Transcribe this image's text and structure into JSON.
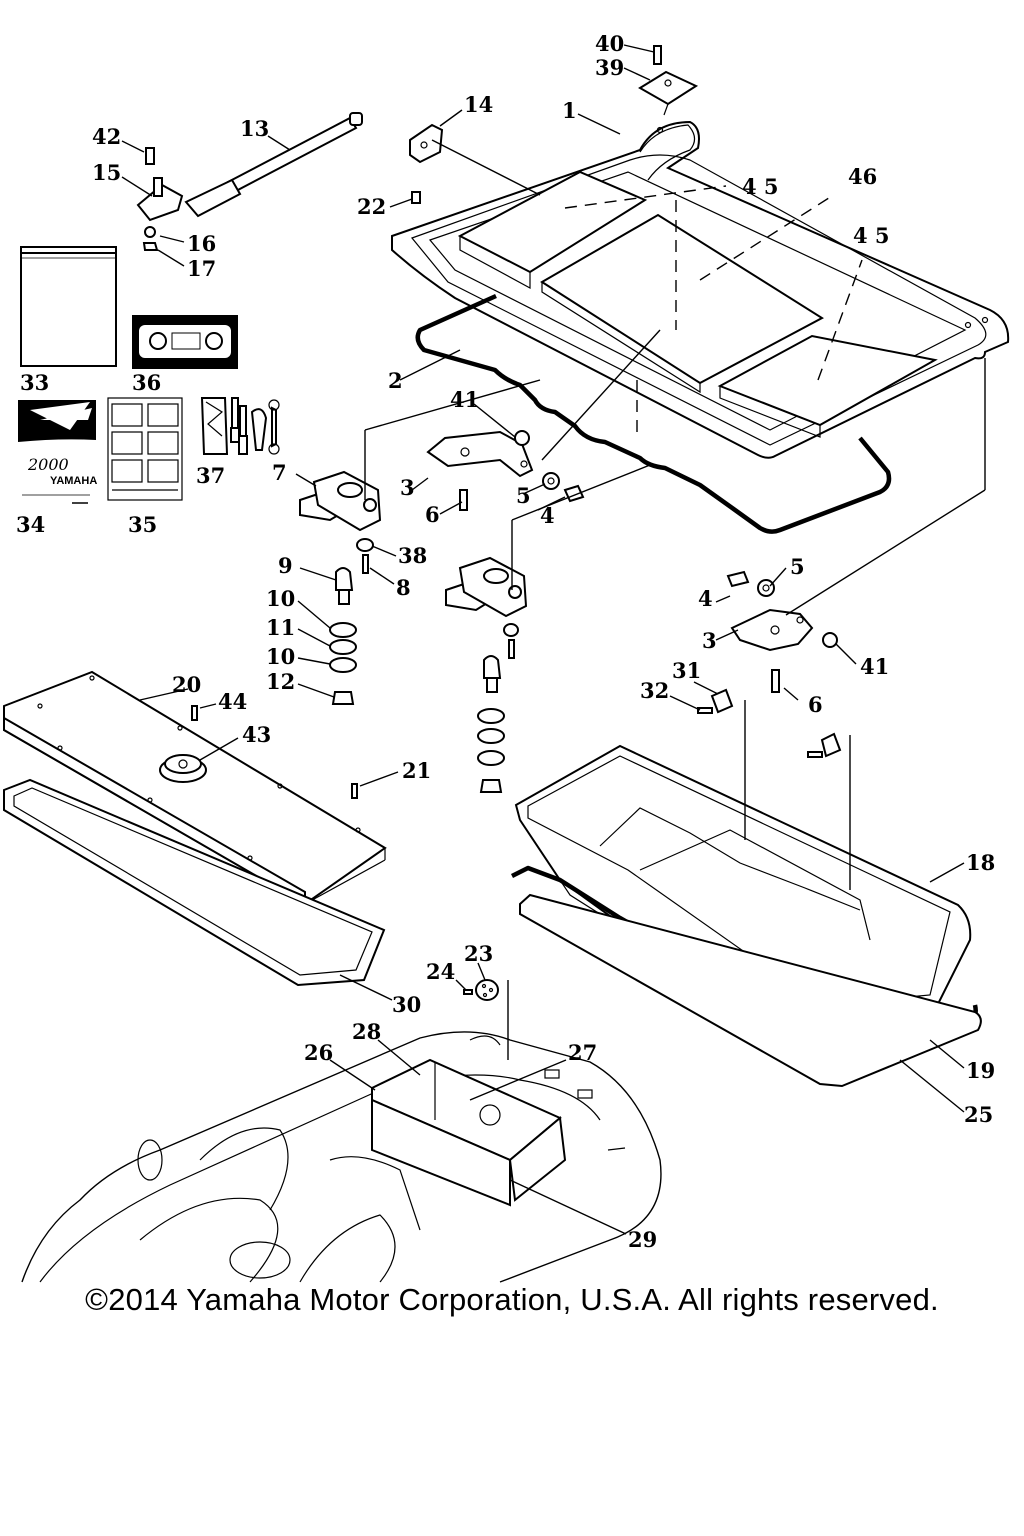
{
  "labels": {
    "p1": "1",
    "p2": "2",
    "p3a": "3",
    "p3b": "3",
    "p4a": "4",
    "p4b": "4",
    "p5a": "5",
    "p5b": "5",
    "p6a": "6",
    "p6b": "6",
    "p7": "7",
    "p8": "8",
    "p9": "9",
    "p10a": "10",
    "p10b": "10",
    "p11": "11",
    "p12": "12",
    "p13": "13",
    "p14": "14",
    "p15": "15",
    "p16": "16",
    "p17": "17",
    "p18": "18",
    "p19": "19",
    "p20": "20",
    "p21": "21",
    "p22": "22",
    "p23": "23",
    "p24": "24",
    "p25": "25",
    "p26": "26",
    "p27": "27",
    "p28": "28",
    "p29": "29",
    "p30": "30",
    "p31": "31",
    "p32": "32",
    "p33": "33",
    "p34": "34",
    "p35": "35",
    "p36": "36",
    "p37": "37",
    "p38": "38",
    "p39": "39",
    "p40": "40",
    "p41a": "41",
    "p41b": "41",
    "p42": "42",
    "p43": "43",
    "p44": "44",
    "p45a": "4 5",
    "p45b": "4 5",
    "p46": "46"
  },
  "manual_cover": {
    "model": "2000",
    "brand": "YAMAHA"
  },
  "copyright": "©2014 Yamaha Motor Corporation, U.S.A. All rights reserved."
}
